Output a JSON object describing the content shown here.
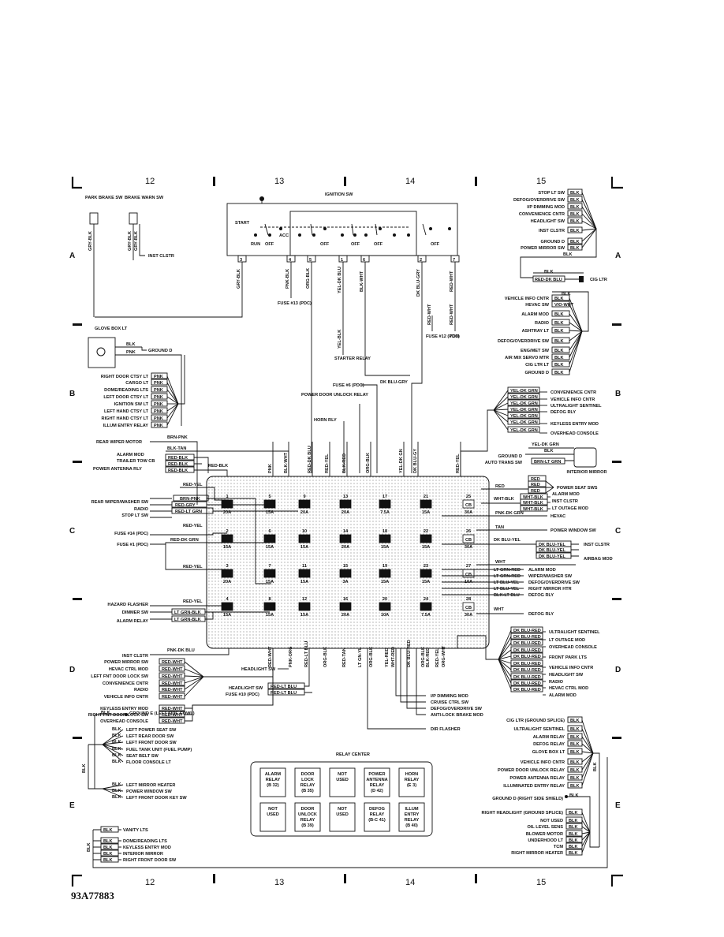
{
  "grid": {
    "columns": [
      "12",
      "13",
      "14",
      "15"
    ],
    "rows": [
      "A",
      "B",
      "C",
      "D",
      "E"
    ]
  },
  "figure_code": "93A77883",
  "ignition": {
    "title": "IGNITION SW",
    "positions": [
      "START",
      "RUN",
      "OFF",
      "ACC",
      "OFF",
      "OFF",
      "OFF",
      "OFF"
    ],
    "pins": [
      "3",
      "4",
      "5",
      "1",
      "6",
      "2",
      "7"
    ],
    "wires": [
      "GRY-BLK",
      "PNK-BLK",
      "ORG-BLK",
      "YEL-DK BLU",
      "BLK-WHT",
      "DK BLU-GRY",
      "RED-WHT"
    ],
    "fuse13": "FUSE #13 (PDC)",
    "fuse12": "FUSE #12 (PDC)",
    "starter": "STARTER RELAY",
    "tcm": "TCM",
    "wire_red_wht": "RED-WHT",
    "wire_yel_blk": "YEL-BLK"
  },
  "left_top": {
    "park_brake": "PARK BRAKE SW",
    "brake_warn": "BRAKE WARN SW",
    "gry_blk": "GRY-BLK",
    "inst_clstr": "INST CLSTR",
    "glove_box": "GLOVE BOX LT",
    "blk": "BLK",
    "pnk": "PNK",
    "ground_d": "GROUND D"
  },
  "left_b_items": [
    "RIGHT DOOR CTSY LT",
    "CARGO LT",
    "DOME/READING LTS",
    "LEFT DOOR CTSY LT",
    "IGNITION SW LT",
    "LEFT HAND CTSY LT",
    "RIGHT HAND CTSY LT",
    "ILLUM ENTRY RELAY"
  ],
  "left_b_wires": [
    "PNK",
    "PNK",
    "PNK",
    "PNK",
    "PNK",
    "PNK",
    "PNK",
    "PNK"
  ],
  "left_mid": {
    "rear_wiper": "REAR WIPER MOTOR",
    "brn_pnk": "BRN-PNK",
    "blk_tan": "BLK-TAN",
    "alarm_mod": "ALARM MOD",
    "trailer_tow": "TRAILER TOW CB",
    "power_antenna": "POWER ANTENNA RLY",
    "red_blk": "RED-BLK",
    "fuse6": "FUSE #6 (PDC)",
    "power_door": "POWER DOOR UNLOCK RELAY",
    "horn_rly": "HORN RLY",
    "dk_blu_gry": "DK BLU-GRY"
  },
  "left_c_items": [
    "REAR WIPER/WASHER SW",
    "RADIO",
    "STOP LT SW",
    "FUSE #14 (PDC)",
    "FUSE #1 (PDC)"
  ],
  "left_c_wires": [
    "RED-YEL",
    "BRN-PNK",
    "RED-GRY",
    "RED-LT GRN",
    "RED-YEL",
    "RED-DK GRN",
    "RED-YEL"
  ],
  "left_c2_items": [
    "HAZARD FLASHER",
    "DIMMER SW",
    "ALARM RELAY"
  ],
  "left_c2_wires": [
    "RED-YEL",
    "LT GRN-BLK",
    "LT GRN-BLK"
  ],
  "left_d_items": [
    "INST CLSTR",
    "POWER MIRROR SW",
    "HEVAC CTRL MOD",
    "LEFT FNT DOOR LOCK SW",
    "CONVENIENCE CNTR",
    "RADIO",
    "VEHICLE INFO CNTR"
  ],
  "left_d_wires": [
    "PNK-DK BLU",
    "RED-WHT",
    "RED-WHT",
    "RED-WHT",
    "RED-WHT",
    "RED-WHT",
    "RED-WHT"
  ],
  "left_d2_items": [
    "KEYLESS ENTRY MOD",
    "RIGHT FNT DOOR LOCK SW",
    "OVERHEAD CONSOLE"
  ],
  "left_d2_wires": [
    "RED-WHT",
    "RED-WHT",
    "RED-WHT"
  ],
  "left_e": {
    "ground_e": "GROUND E (LEFT SIDE COWL)",
    "items": [
      "LEFT POWER SEAT SW",
      "LEFT REAR DOOR SW",
      "LEFT FRONT DOOR SW",
      "FUEL TANK UNIT (FUEL PUMP)",
      "SEAT BELT SW",
      "FLOOR CONSOLE LT",
      "LEFT MIRROR HEATER",
      "POWER WINDOW SW",
      "LEFT FRONT DOOR KEY SW"
    ],
    "bottom_items": [
      "VANITY LTS",
      "DOME/READING LTS",
      "KEYLESS ENTRY MOD",
      "INTERIOR MIRROR",
      "RIGHT FRONT DOOR SW"
    ],
    "blk": "BLK"
  },
  "fuses": [
    {
      "n": "1",
      "a": "20A"
    },
    {
      "n": "5",
      "a": "15A"
    },
    {
      "n": "9",
      "a": "20A"
    },
    {
      "n": "13",
      "a": "20A"
    },
    {
      "n": "17",
      "a": "7.5A"
    },
    {
      "n": "21",
      "a": "15A"
    },
    {
      "n": "25",
      "a": "CB",
      "b": "30A"
    },
    {
      "n": "2",
      "a": "15A"
    },
    {
      "n": "6",
      "a": "15A"
    },
    {
      "n": "10",
      "a": "15A"
    },
    {
      "n": "14",
      "a": "20A"
    },
    {
      "n": "18",
      "a": "15A"
    },
    {
      "n": "22",
      "a": "15A"
    },
    {
      "n": "26",
      "a": "CB",
      "b": "30A"
    },
    {
      "n": "3",
      "a": "20A"
    },
    {
      "n": "7",
      "a": "15A"
    },
    {
      "n": "11",
      "a": "15A"
    },
    {
      "n": "15",
      "a": "3A"
    },
    {
      "n": "19",
      "a": "15A"
    },
    {
      "n": "23",
      "a": "15A"
    },
    {
      "n": "27",
      "a": "CB",
      "b": "10A"
    },
    {
      "n": "4",
      "a": "15A"
    },
    {
      "n": "8",
      "a": "15A"
    },
    {
      "n": "12",
      "a": "15A"
    },
    {
      "n": "16",
      "a": "20A"
    },
    {
      "n": "20",
      "a": "10A"
    },
    {
      "n": "24",
      "a": "7.5A"
    },
    {
      "n": "28",
      "a": "CB",
      "b": "30A"
    }
  ],
  "fuse_top_wires": [
    "PNK",
    "BLK-WHT",
    "RED-DK BLU",
    "RED-YEL",
    "BLK-RED",
    "ORG-BLK",
    "YEL-DK GN",
    "DK BLU-GY",
    "RED-YEL"
  ],
  "fuse_bottom_wires": [
    "RED-WHT",
    "PNK-ORG",
    "RED-LT BLU",
    "ORG-BLK",
    "RED-TAN",
    "LT GN-YL",
    "ORG-BLK",
    "YEL-RED",
    "WHT-RED",
    "DK BLU-RED",
    "ORG-BLK",
    "BLK-RED",
    "RED-YEL",
    "ORG-WHT"
  ],
  "bottom_center": {
    "headlight_sw": "HEADLIGHT SW",
    "red_lt_blu": "RED-LT BLU",
    "fuse10": "FUSE #10 (PDC)",
    "outputs": [
      "I/P DIMMING MOD",
      "CRUISE CTRL SW",
      "DEFOG/OVERDRIVE SW",
      "ANTI-LOCK BRAKE MOD",
      "DIR FLASHER"
    ]
  },
  "relay_center": {
    "title": "RELAY CENTER",
    "cells": [
      [
        "ALARM",
        "RELAY",
        "(B 32)"
      ],
      [
        "DOOR",
        "LOCK",
        "RELAY",
        "(B 35)"
      ],
      [
        "NOT",
        "USED"
      ],
      [
        "POWER",
        "ANTENNA",
        "RELAY",
        "(D 42)"
      ],
      [
        "HORN",
        "RELAY",
        "(E 3)"
      ],
      [
        "NOT",
        "USED"
      ],
      [
        "DOOR",
        "UNLOCK",
        "RELAY",
        "(B 39)"
      ],
      [
        "NOT",
        "USED"
      ],
      [
        "DEFOG",
        "RELAY",
        "(B-C 41)"
      ],
      [
        "ILLUM",
        "ENTRY",
        "RELAY",
        "(B 40)"
      ]
    ]
  },
  "right_a_items": [
    "STOP LT SW",
    "DEFOG/OVERDRIVE SW",
    "I/P DIMMING MOD",
    "CONVENIENCE CNTR",
    "HEADLIGHT SW",
    "INST CLSTR",
    "GROUND D",
    "POWER MIRROR SW"
  ],
  "right_a": {
    "blk": "BLK",
    "red_dk_blu": "RED-DK BLU",
    "cig_ltr": "CIG LTR",
    "vio_wht": "VIO-WHT"
  },
  "right_a2_items": [
    "VEHICLE INFO CNTR",
    "HEVAC SW",
    "ALARM MOD",
    "RADIO",
    "ASHTRAY LT",
    "DEFOG/OVERDRIVE SW",
    "ENG/MET SW",
    "AIR MIX SERVO MTR",
    "CIG LTR LT",
    "GROUND D"
  ],
  "right_b_items": [
    "CONVENIENCE CNTR",
    "VEHICLE INFO CNTR",
    "ULTRALIGHT SENTINEL",
    "DEFOG RLY",
    "KEYLESS ENTRY MOD",
    "OVERHEAD CONSOLE"
  ],
  "right_b_wires": [
    "YEL-DK GRN",
    "YEL-DK GRN",
    "YEL-DK GRN",
    "YEL-DK GRN",
    "YEL-DK GRN",
    "YEL-DK GRN",
    "YEL-DK GRN"
  ],
  "right_b2": {
    "yel_dk_grn": "YEL-DK GRN",
    "blk": "BLK",
    "ground_d": "GROUND D",
    "auto_trans": "AUTO TRANS SW",
    "brn_lt_grn": "BRN-LT GRN",
    "interior_mirror": "INTERIOR MIRROR"
  },
  "right_c_items": [
    "POWER SEAT SWS",
    "ALARM MOD",
    "INST CLSTR",
    "LT OUTAGE MOD",
    "HEVAC",
    "POWER WINDOW SW",
    "INST CLSTR",
    "AIRBAG MOD"
  ],
  "right_c_wires": [
    "RED",
    "RED",
    "RED",
    "WHT-BLK",
    "WHT-BLK",
    "WHT-BLK",
    "PNK-DK GRN",
    "TAN",
    "DK BLU-YEL",
    "DK BLU-YEL",
    "DK BLU-YEL",
    "DK BLU-YEL",
    "WHT"
  ],
  "right_c2_items": [
    "ALARM MOD",
    "WIPER/WASHER SW",
    "DEFOG/OVERDRIVE SW",
    "RIGHT MIRROR HTR",
    "DEFOG RLY",
    "DEFOG RLY"
  ],
  "right_c2_wires": [
    "LT GRN-RED",
    "LT GRN-RED",
    "LT BLU-YEL",
    "LT BLU-YEL",
    "BLK-LT BLU",
    "WHT"
  ],
  "right_d_items": [
    "ULTRALIGHT SENTINEL",
    "LT OUTAGE MOD",
    "OVERHEAD CONSOLE",
    "FRONT PARK LTS",
    "VEHICLE INFO CNTR",
    "HEADLIGHT SW",
    "RADIO",
    "HEVAC CTRL MOD",
    "ALARM MOD"
  ],
  "right_d_wires": [
    "DK BLU-RED",
    "DK BLU-RED",
    "DK BLU-RED",
    "DK BLU-RED",
    "DK BLU-RED",
    "DK BLU-RED",
    "DK BLU-RED",
    "DK BLU-RED",
    "DK BLU-RED",
    "DK BLU-RED"
  ],
  "right_e_items": [
    "CIG LTR (GROUND SPLICE)",
    "ULTRALIGHT SENTINEL",
    "ALARM RELAY",
    "DEFOG RELAY",
    "GLOVE BOX LT",
    "VEHICLE INFO CNTR",
    "POWER DOOR UNLOCK RELAY",
    "POWER ANTENNA RELAY",
    "ILLUMINATED ENTRY RELAY"
  ],
  "right_e2_items": [
    "GROUND D (RIGHT SIDE SHIELD)",
    "RIGHT HEADLIGHT (GROUND SPLICE)",
    "NOT USED",
    "OIL LEVEL SENS",
    "BLOWER MOTOR",
    "UNDERHOOD LT",
    "TCM",
    "RIGHT MIRROR HEATER"
  ],
  "right_blk": "BLK"
}
